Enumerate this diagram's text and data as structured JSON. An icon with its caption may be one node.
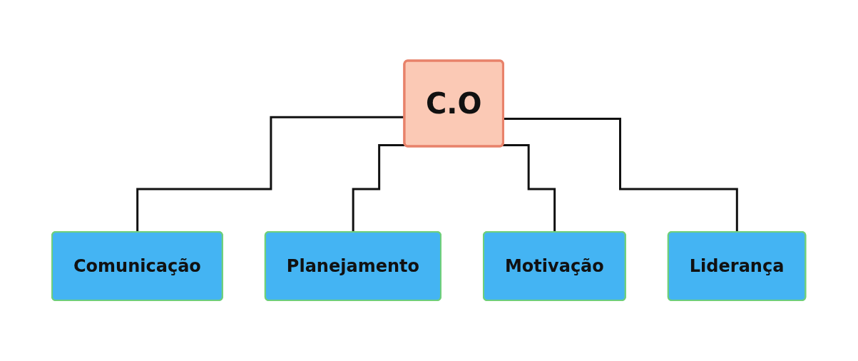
{
  "diagram": {
    "nodes": [
      {
        "text": [
          "C.O"
        ]
      },
      {
        "text": [
          "Comunicação"
        ]
      },
      {
        "text": [
          "Planejamento"
        ]
      },
      {
        "text": [
          "Motivação"
        ]
      },
      {
        "text": [
          "Liderança"
        ]
      }
    ],
    "edges": [
      {
        "from": 0,
        "to": 1,
        "arrow": "none"
      },
      {
        "from": 0,
        "to": 2,
        "arrow": "none"
      },
      {
        "from": 0,
        "to": 3,
        "arrow": "none"
      },
      {
        "from": 0,
        "to": 4,
        "arrow": "none"
      }
    ]
  }
}
